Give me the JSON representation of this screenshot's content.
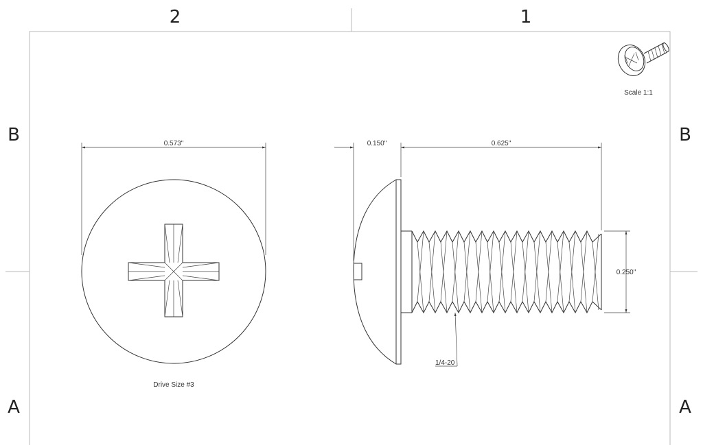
{
  "zones": {
    "col_left": "2",
    "col_right": "1",
    "row_upper": "B",
    "row_lower": "A"
  },
  "dimensions": {
    "head_diameter": "0.573\"",
    "head_height": "0.150\"",
    "length": "0.625\"",
    "thread_diameter": "0.250\""
  },
  "notes": {
    "thread_callout": "1/4-20",
    "drive": "Drive Size #3",
    "scale": "Scale 1:1"
  },
  "icons": {
    "isometric_view": "screw-isometric-icon",
    "front_view": "phillips-head-front-view",
    "side_view": "truss-head-screw-side-view"
  }
}
